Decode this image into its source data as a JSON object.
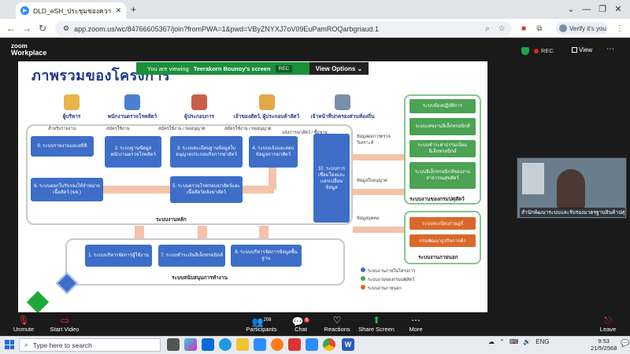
{
  "browser": {
    "tab_title": "DLD_eSH_ประชุมชองความคิ...",
    "tab_favicon": "zoom",
    "new_tab": "+",
    "url": "app.zoom.us/wc/84766605367/join?fromPWA=1&pwd=VByZNYXJ7oV09EuPamROQarbgriaud.1",
    "profile_label": "Verify it's you",
    "window_controls": [
      "⌄",
      "—",
      "❐",
      "✕"
    ]
  },
  "zoom": {
    "logo_line1": "zoom",
    "logo_line2": "Workplace",
    "rec_label": "REC",
    "view_label": "View",
    "share_banner": {
      "text_prefix": "You are viewing",
      "presenter": "Teerakorn Bounoy's screen",
      "rec": "REC",
      "view_options": "View Options"
    },
    "participant_name": "สำนักพัฒนาระบบและรับรองมาตรฐานสินค้าปศุสัตว์",
    "toolbar": {
      "unmute": "Unmute",
      "start_video": "Start Video",
      "participants": "Participants",
      "participants_count": "208",
      "chat": "Chat",
      "chat_badge": "6",
      "reactions": "Reactions",
      "share_screen": "Share Screen",
      "more": "More",
      "leave": "Leave"
    }
  },
  "slide": {
    "title": "ภาพรวมของโครงการ",
    "actors": [
      "ผู้บริหาร",
      "พนักงานตรวจโรคสัตว์",
      "ผู้ประกอบการ",
      "เจ้าของสัตว์, ผู้ประกอบค้าสัตว์",
      "เจ้าหน้าที่ปกครองส่วนท้องถิ่น"
    ],
    "core_boxes": [
      "9. ระบบรายงานและสถิติ",
      "2. ระบบฐานข้อมูลพนักงานตรวจโรคสัตว์",
      "3. ระบบทะเบียนฐานข้อมูลใบอนุญาตประกอบกิจการฆ่าสัตว์",
      "4. ระบบแจ้งและสอบข้อมูลการฆ่าสัตว์",
      "6. ระบบออกใบรับรองให้จำหน่ายเนื้อสัตว์ (ฆจ.)",
      "5. ระบบตรวจโรคก่อนฆ่าสัตว์และเนื้อสัตว์หลังฆ่าสัตว์",
      "10. ระบบการเชื่อมโยงและแลกเปลี่ยนข้อมูล"
    ],
    "core_label": "ระบบงานหลัก",
    "support_boxes": [
      "1. ระบบบริหารจัดการผู้ใช้งาน",
      "7. ระบบชำระเงินอิเล็กทรอนิกส์",
      "8. ระบบบริหารจัดการข้อมูลพื้นฐาน"
    ],
    "support_label": "ระบบสนับสนุนการทำงาน",
    "dld_boxes": [
      "ระบบห้องปฏิบัติการ",
      "ระบบเลขงานอิเล็กทรอนิกส์",
      "ระบบชำระค่าธรรมเนียมอิเล็กทรอนิกส์",
      "ระบบอิเล็กทรอนิกส์ของงานสาธารณสุขสัตว์"
    ],
    "dld_label": "ระบบงานของกรมปศุสัตว์",
    "ext_boxes": [
      "ระบบทะเบียนราษฎร์",
      "กรมพัฒนาธุรกิจการค้า"
    ],
    "ext_label": "ระบบงานภายนอก",
    "legend": [
      "ระบบงานภายในโครงการ",
      "ระบบงานของกรมปศุสัตว์",
      "ระบบงานภายนอก"
    ],
    "edge_labels": [
      "สำหรับรายงาน",
      "สมัครใช้งาน",
      "สมัครใช้งาน / ขออนุญาต",
      "สมัครใช้งาน / ขออนุญาต",
      "แจ้งการฆ่าสัตว์ / ซื้อขาย",
      "ข้อมูลผลการตรวจวิเคราะห์",
      "ข้อมูลใบอนุญาต",
      "ข้อมูลบุคคล"
    ],
    "colors": {
      "blue": "#3e6ec8",
      "green": "#4ba353",
      "orange": "#d9692b"
    }
  },
  "taskbar": {
    "search_placeholder": "Type here to search",
    "language": "ENG",
    "time": "9:53",
    "date": "21/5/2568"
  }
}
